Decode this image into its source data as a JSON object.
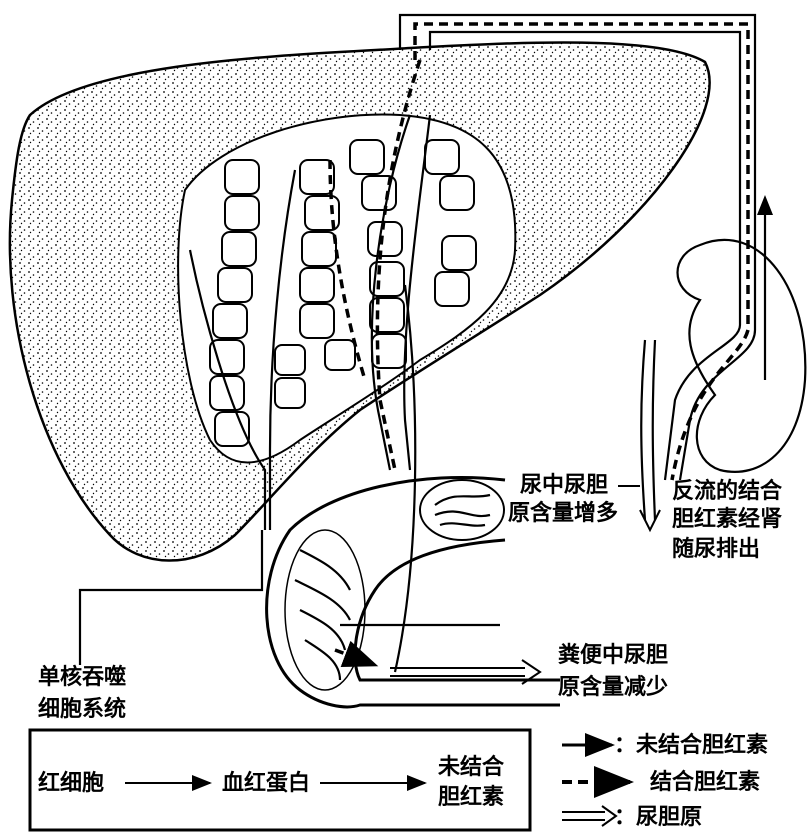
{
  "labels": {
    "urine_increase": [
      "尿中尿胆",
      "原含量增多"
    ],
    "reflux": [
      "反流的结合",
      "胆红素经肾",
      "随尿排出"
    ],
    "feces_decrease": [
      "粪便中尿胆",
      "原含量减少"
    ],
    "mononuclear": [
      "单核吞噬",
      "细胞系统"
    ]
  },
  "pathway": {
    "step1": "红细胞",
    "step2": "血红蛋白",
    "step3": [
      "未结合",
      "胆红素"
    ]
  },
  "legend": [
    {
      "symbol": "solid-arrow",
      "label": "：未结合胆红素"
    },
    {
      "symbol": "dashed-arrow",
      "label": "结合胆红素"
    },
    {
      "symbol": "hollow-arrow",
      "label": "：尿胆原"
    }
  ]
}
